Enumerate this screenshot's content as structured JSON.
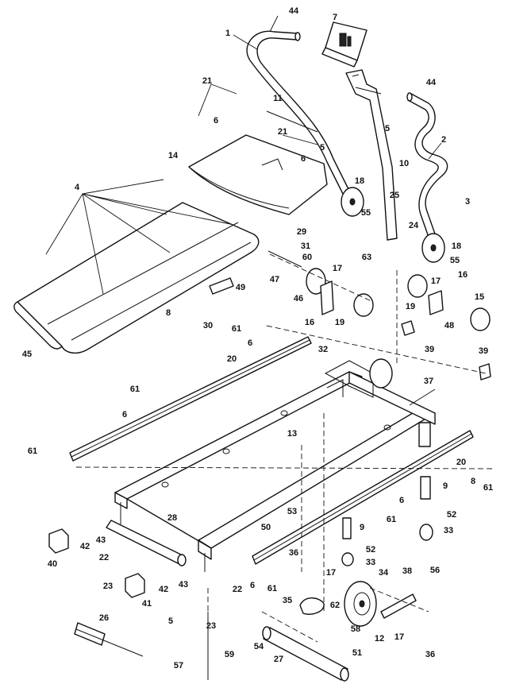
{
  "callouts": [
    "1",
    "2",
    "3",
    "4",
    "5",
    "6",
    "7",
    "8",
    "9",
    "10",
    "11",
    "12",
    "13",
    "14",
    "15",
    "16",
    "17",
    "18",
    "19",
    "20",
    "21",
    "22",
    "23",
    "24",
    "25",
    "26",
    "27",
    "28",
    "29",
    "30",
    "31",
    "32",
    "33",
    "34",
    "35",
    "36",
    "37",
    "38",
    "39",
    "40",
    "41",
    "42",
    "43",
    "44",
    "45",
    "46",
    "47",
    "48",
    "49",
    "50",
    "51",
    "52",
    "53",
    "54",
    "55",
    "56",
    "57",
    "58",
    "59",
    "60",
    "61",
    "62",
    "63"
  ],
  "colors": {
    "ink": "#111111",
    "paper": "#ffffff"
  }
}
